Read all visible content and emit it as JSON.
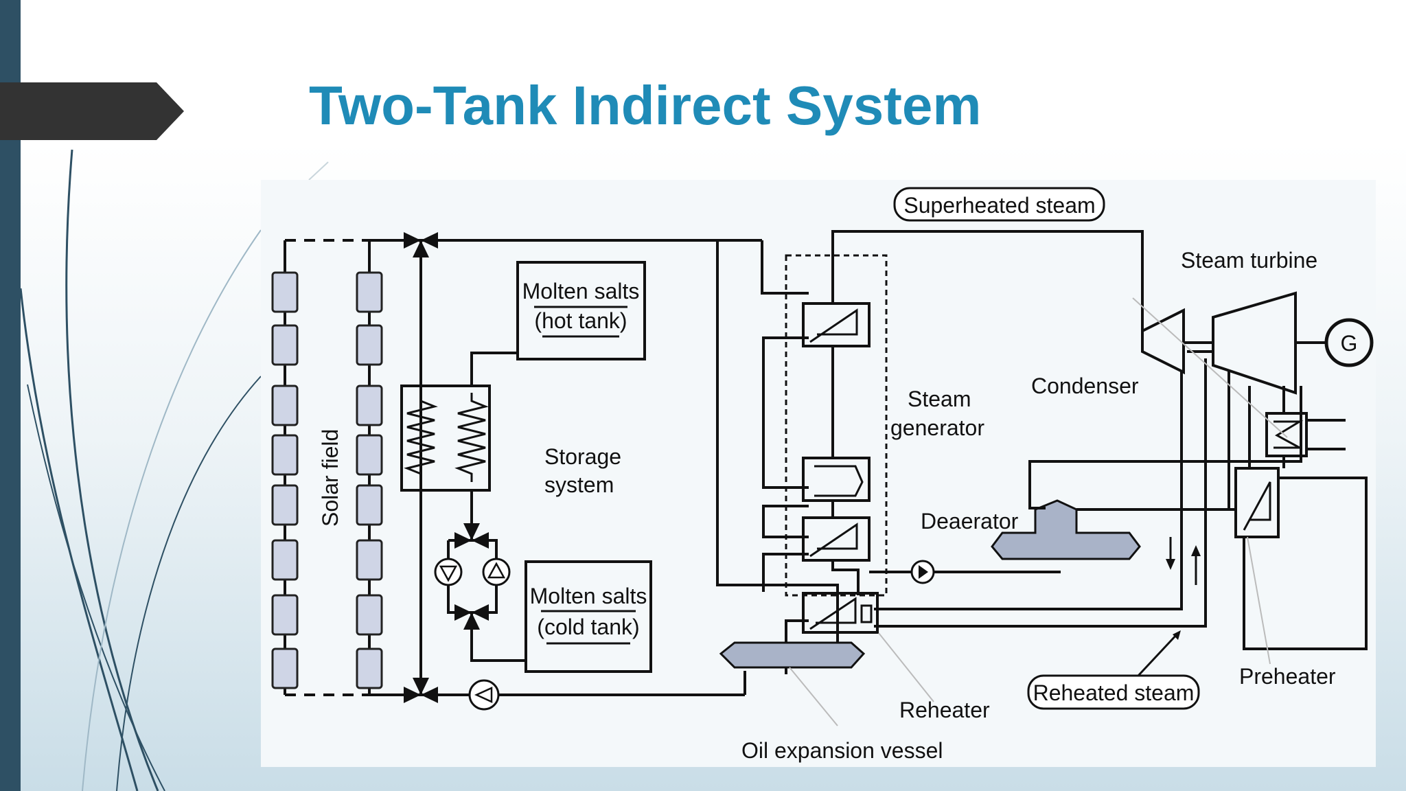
{
  "slide": {
    "title": "Two-Tank Indirect System"
  },
  "diagram": {
    "labels": {
      "superheated_steam": "Superheated steam",
      "steam_turbine": "Steam turbine",
      "generator": "G",
      "molten_salts_hot_1": "Molten salts",
      "molten_salts_hot_2": "(hot tank)",
      "condenser": "Condenser",
      "steam_generator_1": "Steam",
      "steam_generator_2": "generator",
      "storage_system_1": "Storage",
      "storage_system_2": "system",
      "solar_field": "Solar field",
      "deaerator": "Deaerator",
      "molten_salts_cold_1": "Molten salts",
      "molten_salts_cold_2": "(cold tank)",
      "preheater": "Preheater",
      "reheated_steam": "Reheated steam",
      "reheater": "Reheater",
      "oil_expansion_vessel": "Oil expansion vessel"
    }
  },
  "colors": {
    "title": "#1f8bb7",
    "left_bar": "#2e5064",
    "tab": "#333333"
  }
}
